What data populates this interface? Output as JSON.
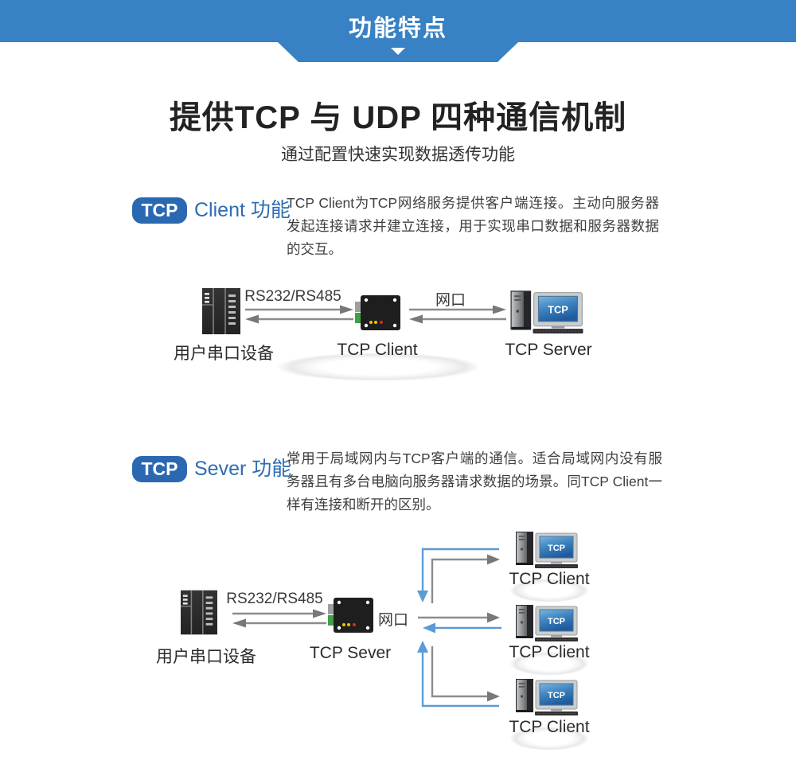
{
  "banner": {
    "title": "功能特点"
  },
  "intro": {
    "title": "提供TCP 与 UDP 四种通信机制",
    "subtitle": "通过配置快速实现数据透传功能"
  },
  "colors": {
    "banner_blue": "#3781c4",
    "badge_blue": "#2a69b2",
    "accent_text_blue": "#2e6cb5",
    "arrow_gray": "#8c8c8c",
    "arrow_blue": "#5b9bd5",
    "screen_blue": "#2f6fb0"
  },
  "sections": [
    {
      "badge": "TCP",
      "badge_suffix": "Client 功能",
      "description": "TCP Client为TCP网络服务提供客户端连接。主动向服务器发起连接请求并建立连接，用于实现串口数据和服务器数据的交互。",
      "diagram": {
        "serial_device_label": "用户串口设备",
        "serial_link_label": "RS232/RS485",
        "module_label": "TCP Client",
        "net_link_label": "网口",
        "server_label": "TCP Server",
        "server_screen_text": "TCP"
      }
    },
    {
      "badge": "TCP",
      "badge_suffix": "Sever 功能",
      "description": "常用于局域网内与TCP客户端的通信。适合局域网内没有服务器且有多台电脑向服务器请求数据的场景。同TCP Client一样有连接和断开的区别。",
      "diagram": {
        "serial_device_label": "用户串口设备",
        "serial_link_label": "RS232/RS485",
        "module_label": "TCP Sever",
        "net_link_label": "网口",
        "clients": [
          {
            "label": "TCP Client",
            "screen_text": "TCP"
          },
          {
            "label": "TCP Client",
            "screen_text": "TCP"
          },
          {
            "label": "TCP Client",
            "screen_text": "TCP"
          }
        ]
      }
    }
  ]
}
